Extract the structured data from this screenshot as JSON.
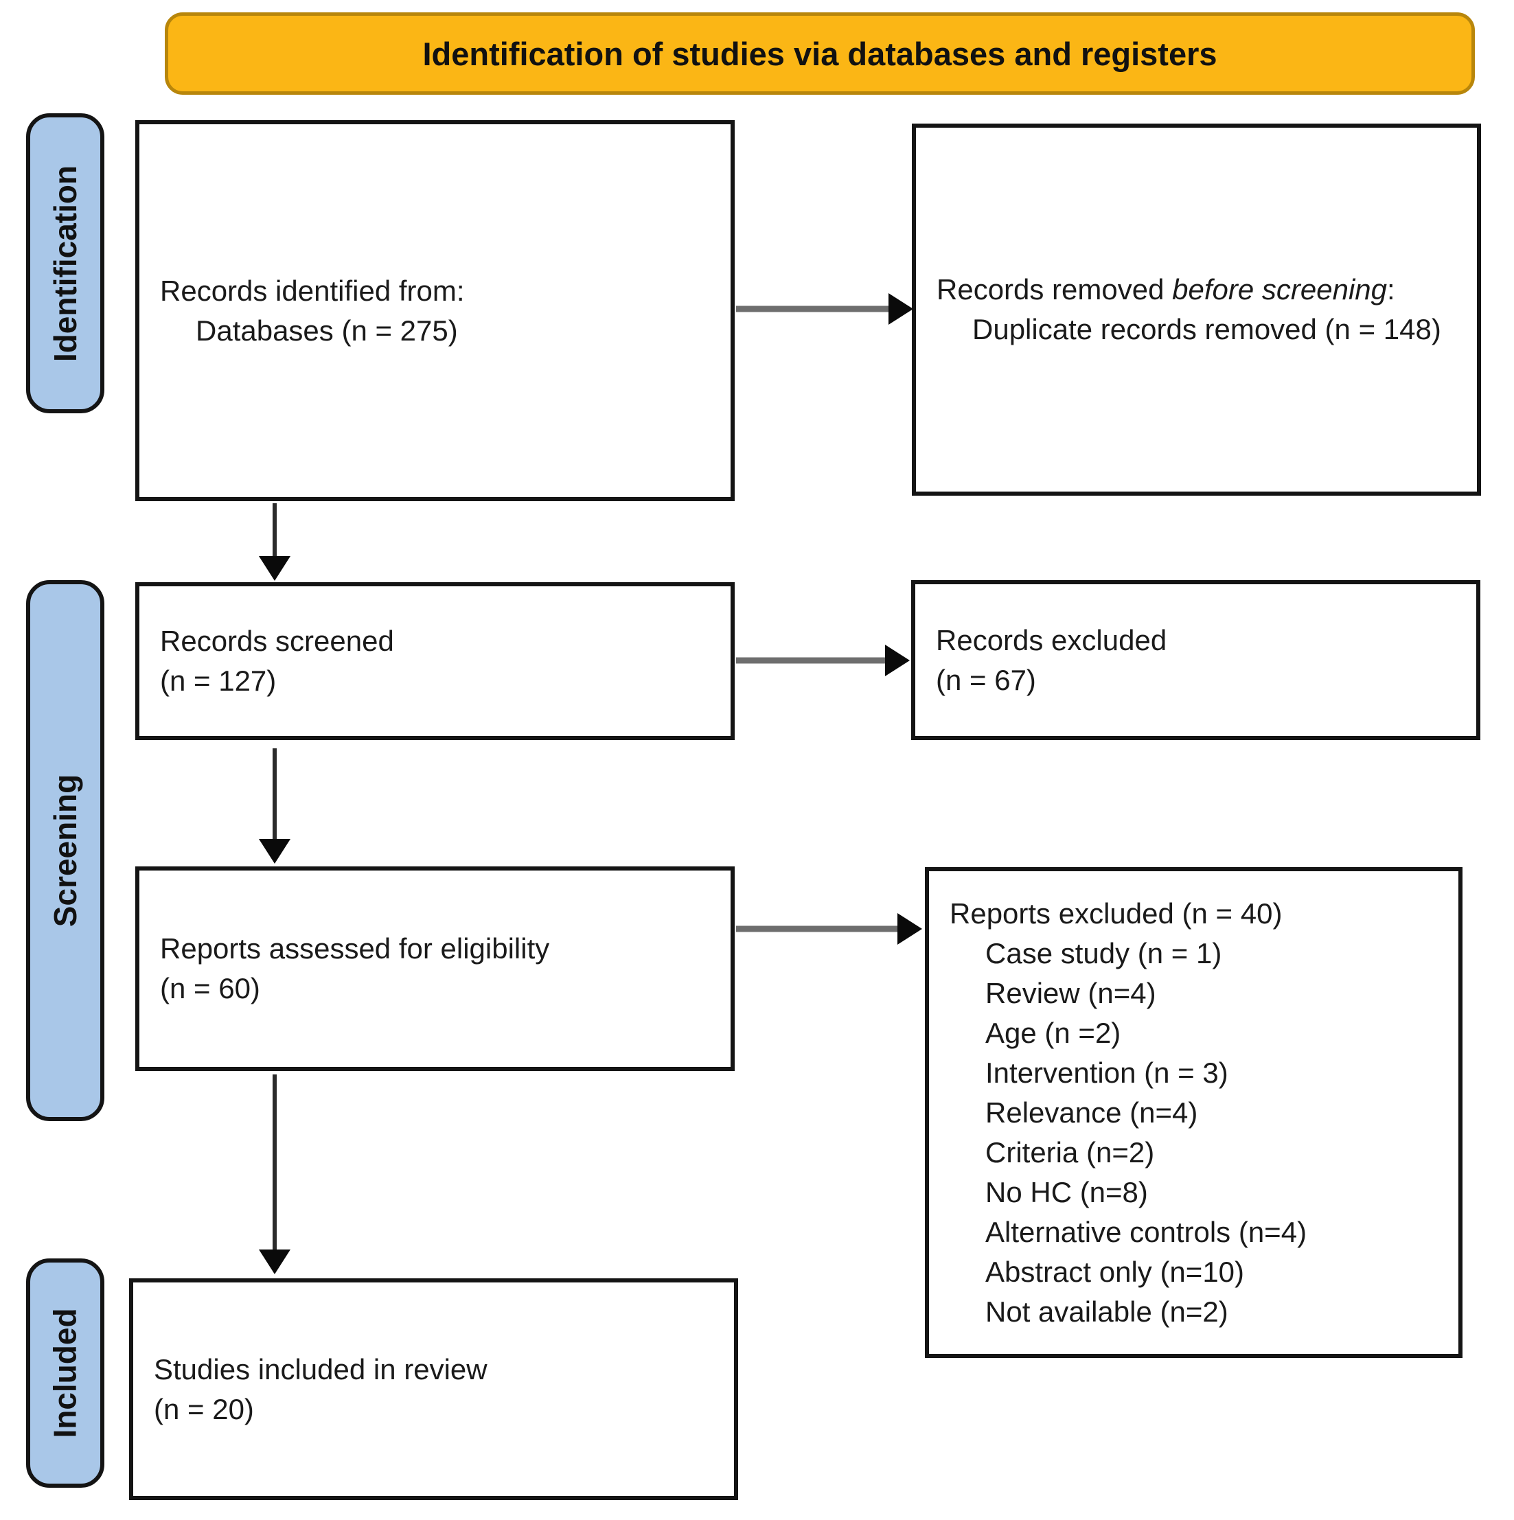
{
  "banner": {
    "title": "Identification of studies via databases and registers"
  },
  "colors": {
    "banner_fill": "#FBB615",
    "banner_border": "#B8860B",
    "stage_fill": "#A9C7E8",
    "stage_border": "#141414",
    "box_border": "#141414",
    "text": "#1a1a1a"
  },
  "stages": [
    {
      "label": "Identification"
    },
    {
      "label": "Screening"
    },
    {
      "label": "Included"
    }
  ],
  "boxes": {
    "identified": {
      "line1": "Records identified from:",
      "line2": "Databases (n = 275)"
    },
    "removed": {
      "line1_pre": "Records removed ",
      "line1_italic": "before screening",
      "line1_post": ":",
      "line2": "Duplicate records removed (n = 148)"
    },
    "screened": {
      "line1": "Records screened",
      "line2": "(n = 127)"
    },
    "excluded": {
      "line1": "Records excluded",
      "line2": "(n = 67)"
    },
    "assessed": {
      "line1": "Reports assessed for eligibility",
      "line2": "(n = 60)"
    },
    "reports_excluded": {
      "heading": "Reports excluded (n = 40)",
      "items": [
        "Case study (n = 1)",
        "Review (n=4)",
        "Age (n =2)",
        "Intervention (n = 3)",
        "Relevance (n=4)",
        "Criteria (n=2)",
        "No HC (n=8)",
        "Alternative controls (n=4)",
        "Abstract only (n=10)",
        "Not available (n=2)"
      ]
    },
    "included": {
      "line1": "Studies included in review",
      "line2": "(n = 20)"
    }
  }
}
